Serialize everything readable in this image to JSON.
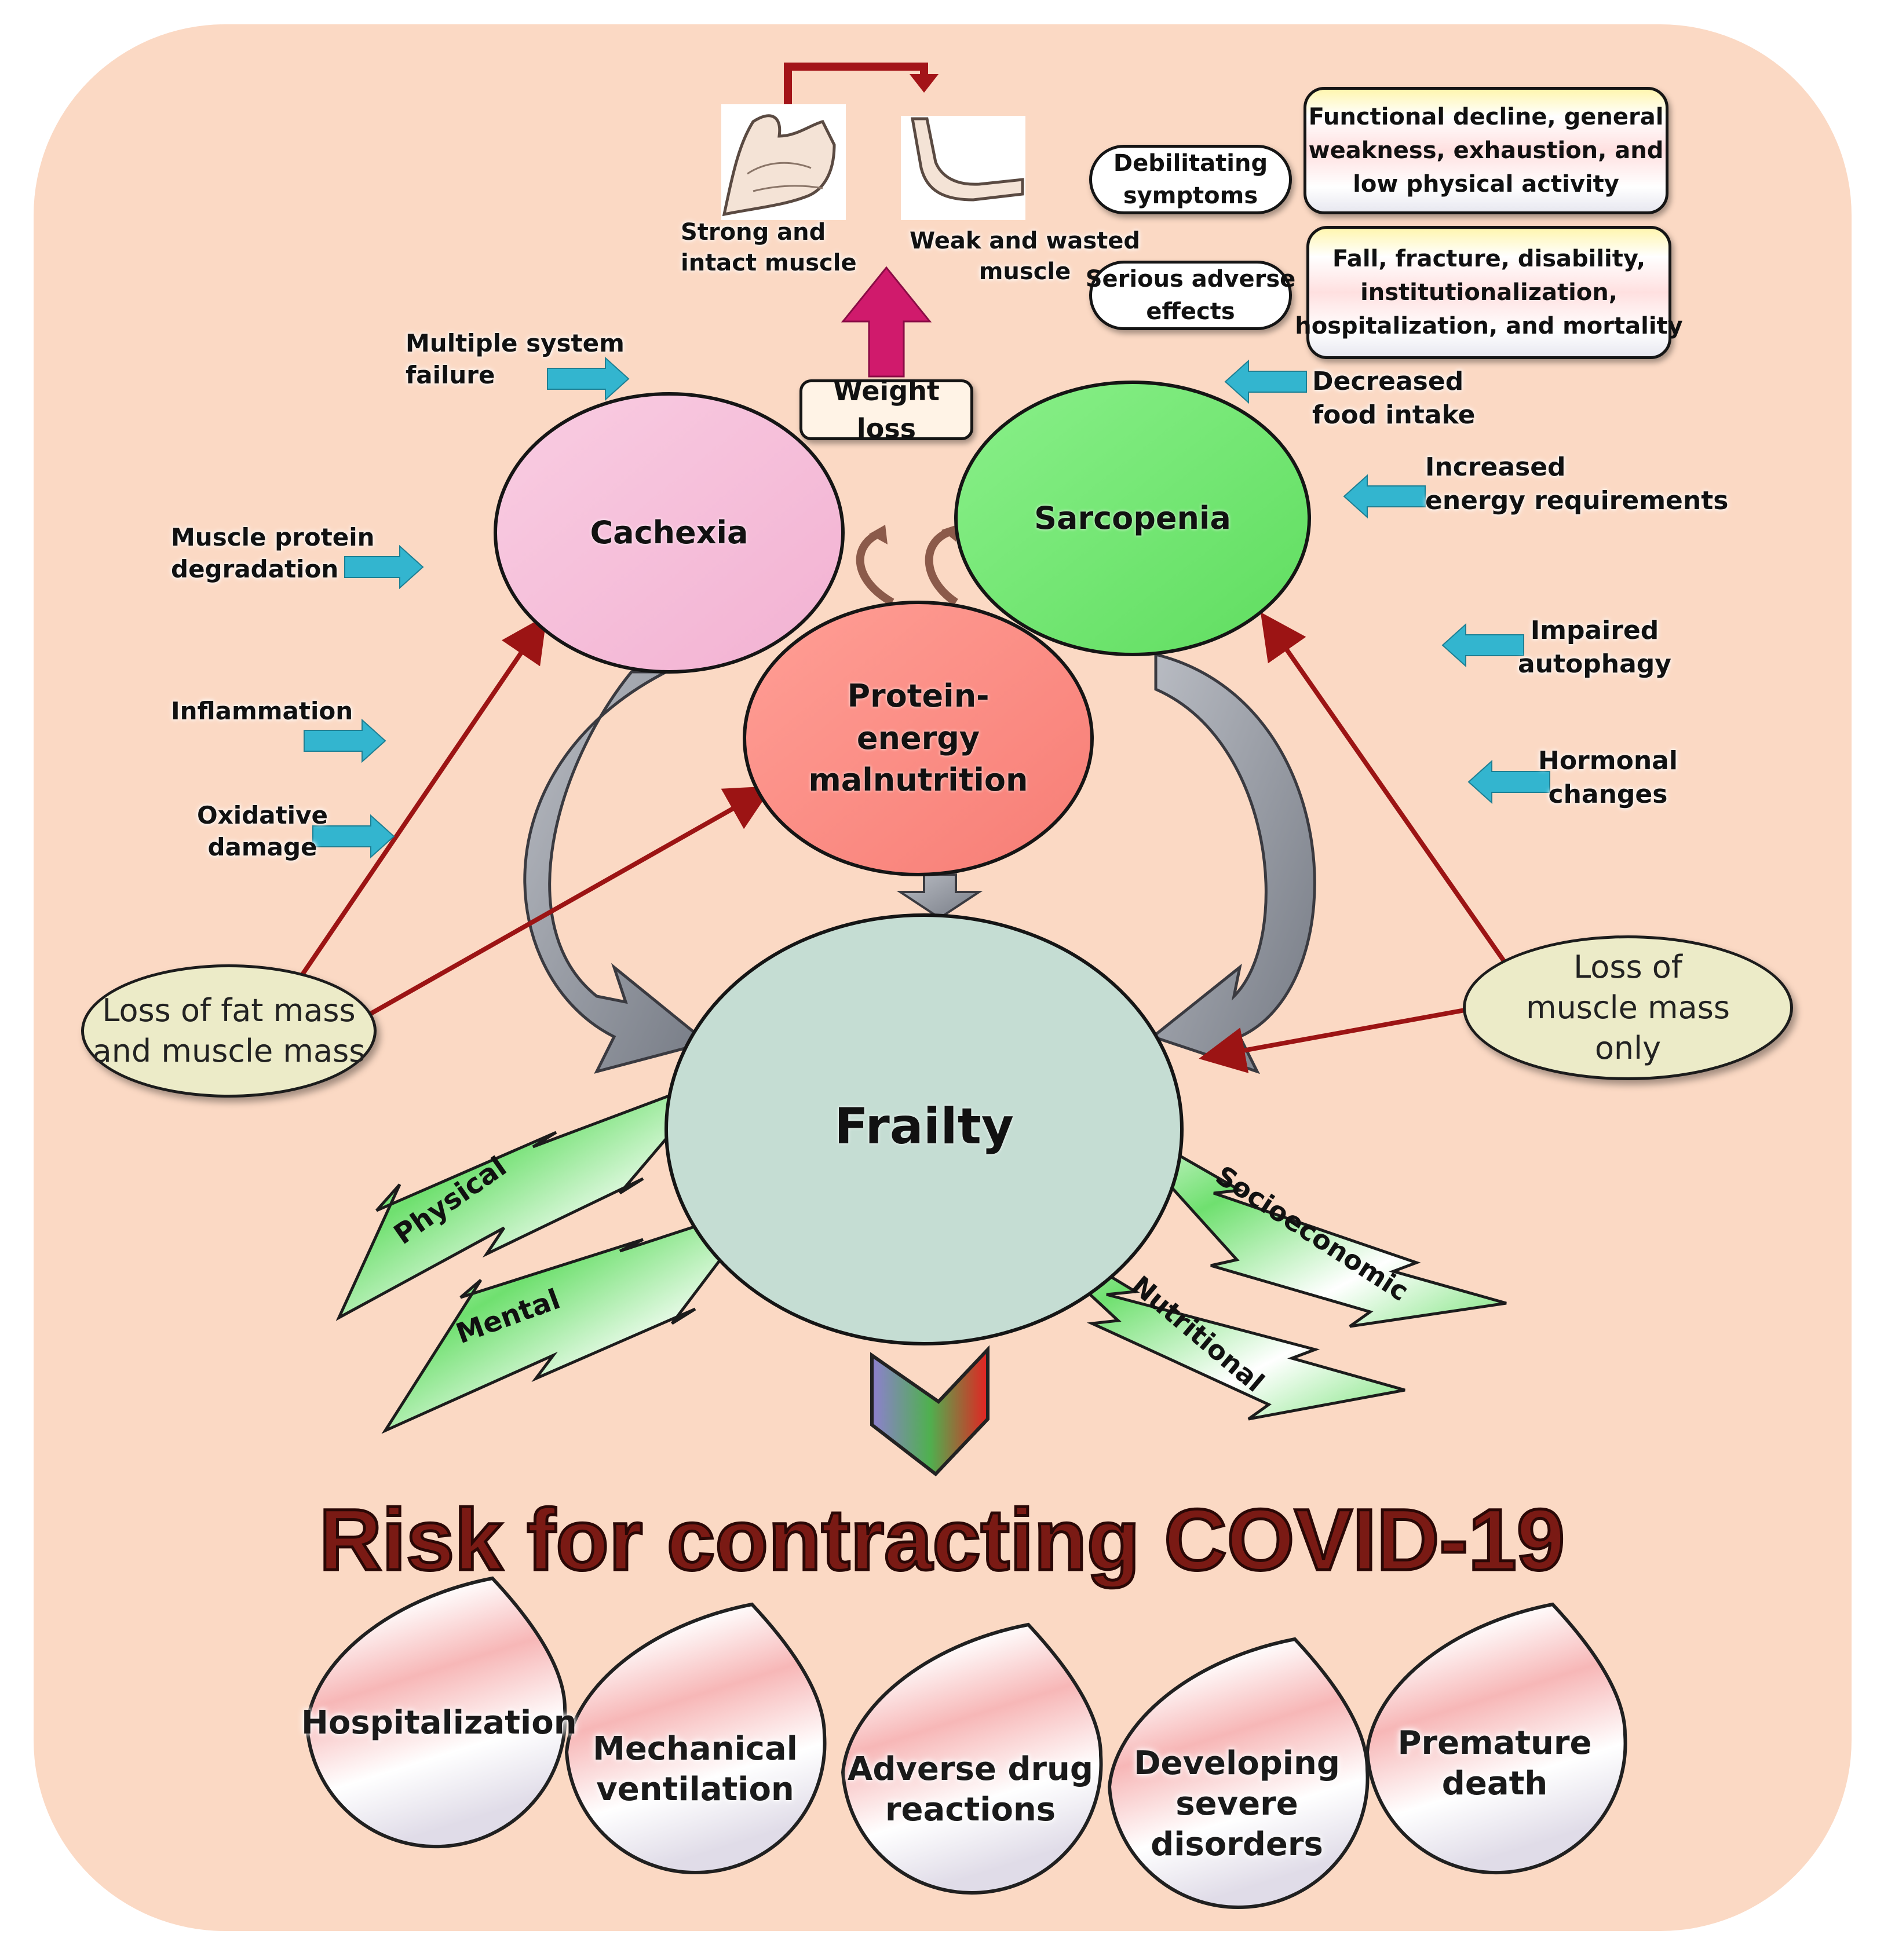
{
  "muscle": {
    "strong": "Strong and\nintact muscle",
    "weak": "Weak and wasted\nmuscle",
    "weight_loss": "Weight loss"
  },
  "effects": {
    "debilitating": "Debilitating\nsymptoms",
    "debilitating_detail": "Functional decline, general\nweakness, exhaustion, and\nlow physical activity",
    "serious": "Serious adverse\neffects",
    "serious_detail": "Fall, fracture, disability,\ninstitutionalization,\nhospitalization, and mortality"
  },
  "cachexia_factors": {
    "multiple": "Multiple system\nfailure",
    "degradation": "Muscle protein\ndegradation",
    "inflammation": "Inflammation",
    "oxidative": "Oxidative\ndamage"
  },
  "sarcopenia_factors": {
    "food": "Decreased\nfood intake",
    "energy": "Increased\nenergy requirements",
    "autophagy": "Impaired\nautophagy",
    "hormonal": "Hormonal\nchanges"
  },
  "nodes": {
    "cachexia": "Cachexia",
    "sarcopenia": "Sarcopenia",
    "pem": "Protein-\nenergy\nmalnutrition",
    "frailty": "Frailty",
    "loss_fat": "Loss of fat mass\nand muscle mass",
    "loss_muscle": "Loss of\nmuscle mass\nonly"
  },
  "domains": {
    "physical": "Physical",
    "mental": "Mental",
    "socioeconomic": "Socioeconomic",
    "nutritional": "Nutritional"
  },
  "risk_title": "Risk for contracting COVID-19",
  "outcomes": [
    "Hospitalization",
    "Mechanical\nventilation",
    "Adverse drug\nreactions",
    "Developing\nsevere\ndisorders",
    "Premature\ndeath"
  ],
  "colors": {
    "background": "#fbd9c4",
    "cachexia": "#f6bdd9",
    "sarcopenia": "#76e876",
    "pem": "#fb8f86",
    "frailty": "#c5ddd3",
    "cause_oval": "#ecebc8",
    "factor_arrow": "#33b5cf",
    "link_line": "#9c1414",
    "risk_title": "#7a1a14",
    "weight_loss_arrow": "#d01a6c"
  }
}
